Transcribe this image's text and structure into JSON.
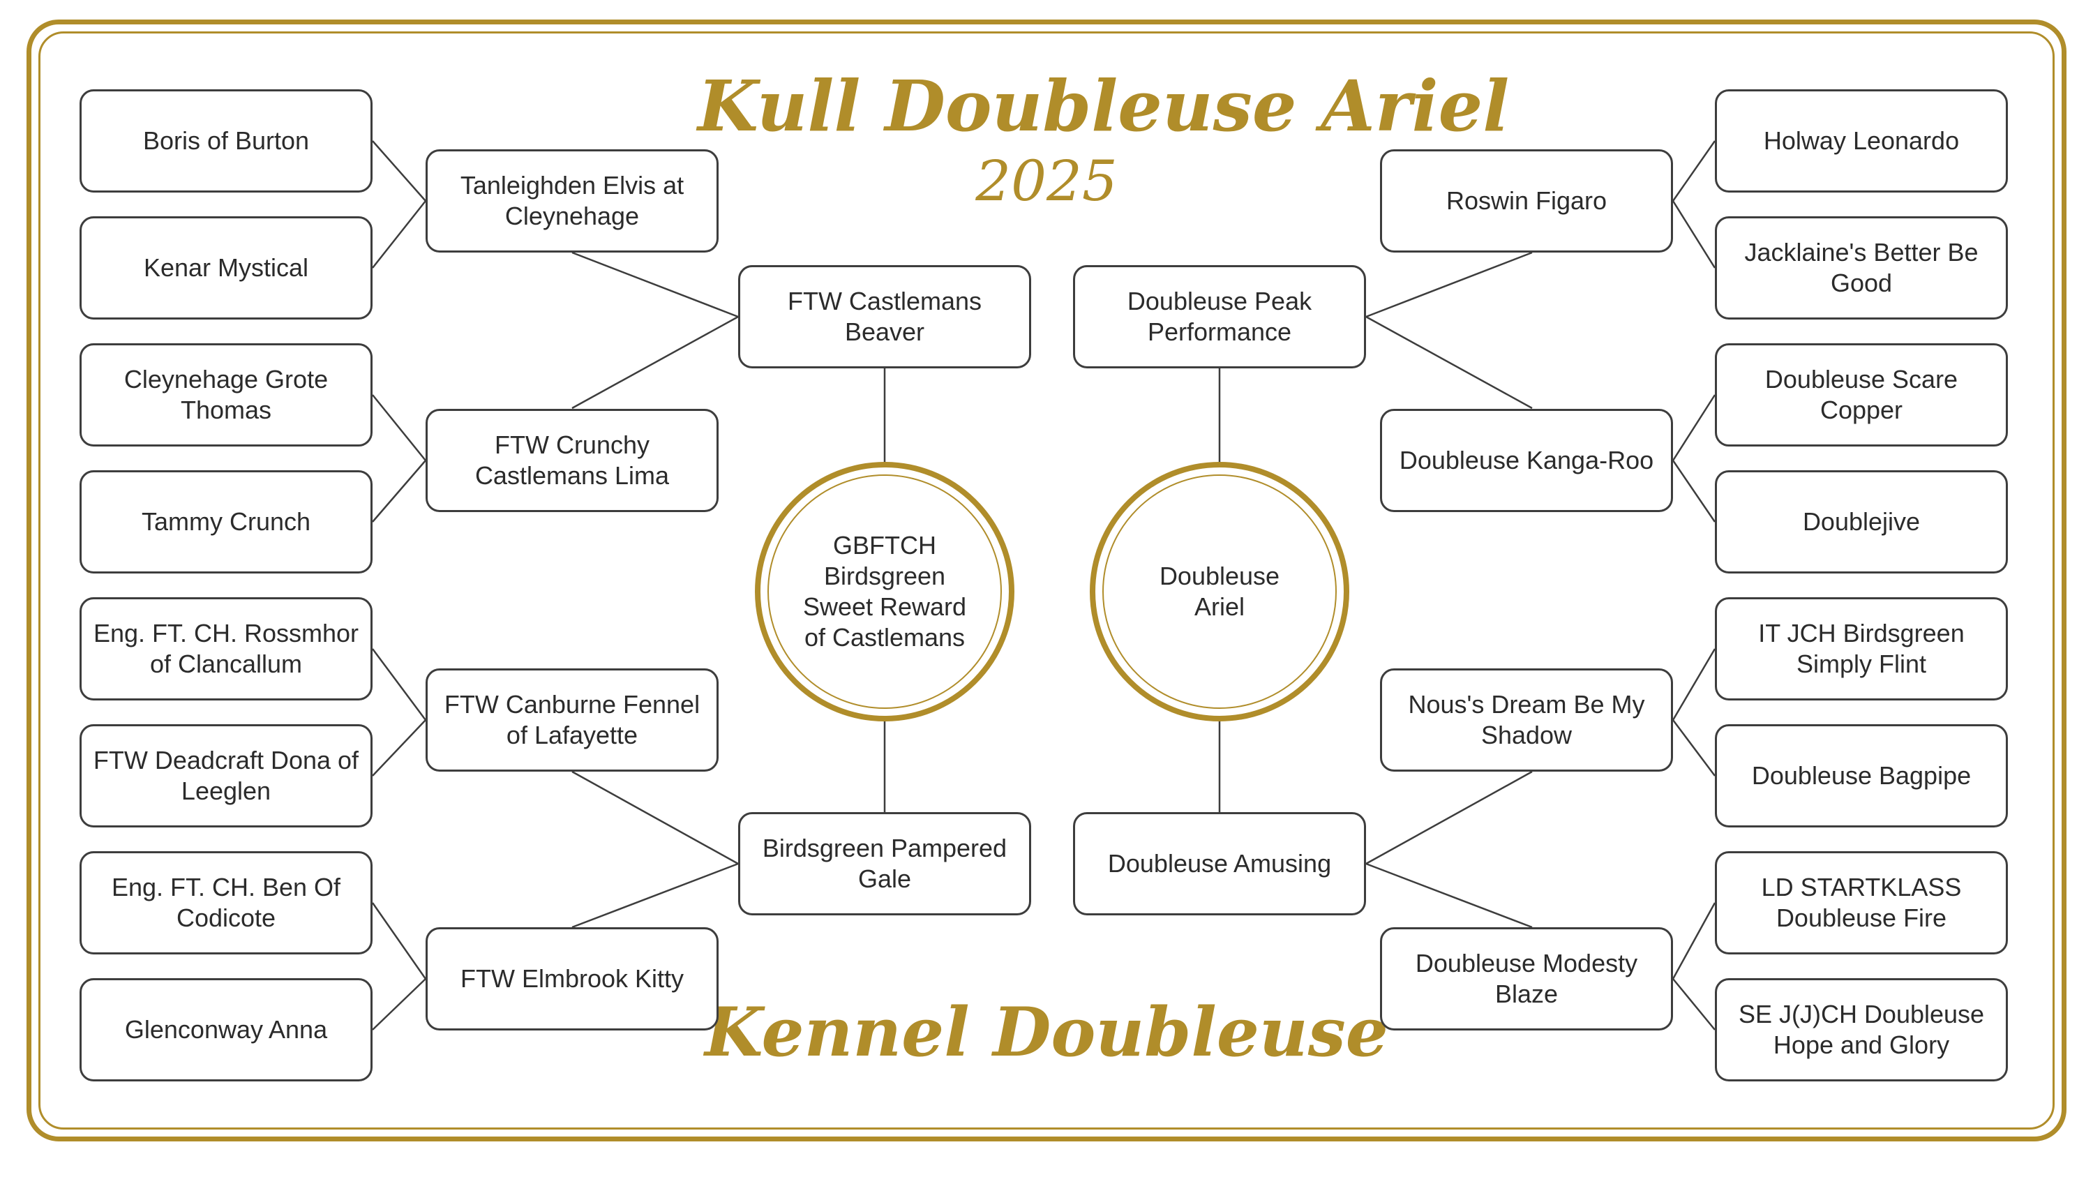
{
  "header": {
    "title": "Kull  Doubleuse Ariel",
    "year": "2025"
  },
  "footer": {
    "kennel": "Kennel Doubleuse"
  },
  "pedigree": {
    "subject": "Doubleuse Ariel",
    "sire": "GBFTCH Birdsgreen Sweet Reward of Castlemans",
    "dam": "Doubleuse Ariel",
    "sire_sire": "FTW Castlemans Beaver",
    "sire_dam": "Birdsgreen Pampered Gale",
    "dam_sire": "Doubleuse Peak Performance",
    "dam_dam": "Doubleuse Amusing",
    "gen3": {
      "ss_s": "Tanleighden Elvis at Cleynehage",
      "ss_d": "FTW Crunchy Castlemans Lima",
      "sd_s": "FTW Canburne Fennel of Lafayette",
      "sd_d": "FTW Elmbrook Kitty",
      "ds_s": "Roswin Figaro",
      "ds_d": "Doubleuse Kanga-Roo",
      "dd_s": "Nous's Dream Be My Shadow",
      "dd_d": "Doubleuse Modesty Blaze"
    },
    "gen4": {
      "l1": "Boris of Burton",
      "l2": "Kenar Mystical",
      "l3": "Cleynehage Grote Thomas",
      "l4": "Tammy Crunch",
      "l5": "Eng. FT. CH. Rossmhor of Clancallum",
      "l6": "FTW Deadcraft Dona of Leeglen",
      "l7": "Eng. FT. CH. Ben Of Codicote",
      "l8": "Glenconway Anna",
      "r1": "Holway Leonardo",
      "r2": "Jacklaine's Better Be Good",
      "r3": "Doubleuse Scare Copper",
      "r4": "Doublejive",
      "r5": "IT JCH Birdsgreen Simply Flint",
      "r6": "Doubleuse Bagpipe",
      "r7": "LD STARTKLASS Doubleuse Fire",
      "r8": "SE J(J)CH Doubleuse Hope and Glory"
    }
  },
  "colors": {
    "gold": "#b08d2a",
    "box_border": "#3d3d3d",
    "text": "#2b2b2b"
  }
}
